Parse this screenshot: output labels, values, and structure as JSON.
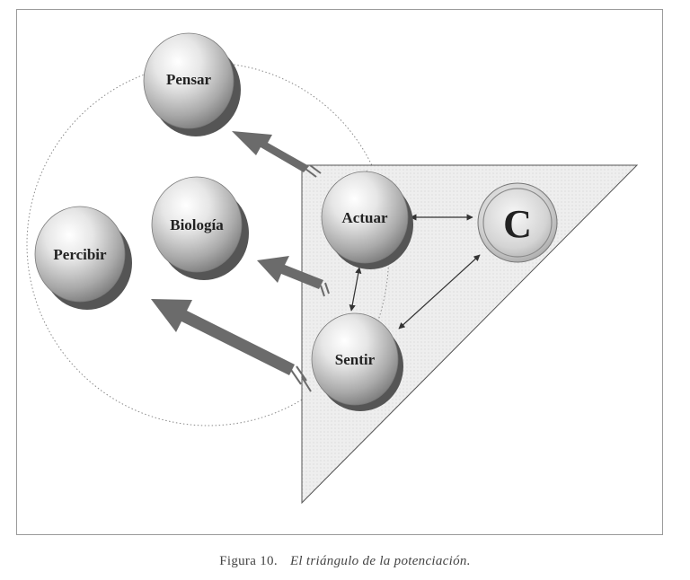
{
  "nodes": {
    "pensar": "Pensar",
    "biologia": "Biología",
    "percibir": "Percibir",
    "actuar": "Actuar",
    "sentir": "Sentir",
    "c": "C"
  },
  "caption": {
    "number": "Figura 10.",
    "title": "El triángulo de la potenciación."
  }
}
